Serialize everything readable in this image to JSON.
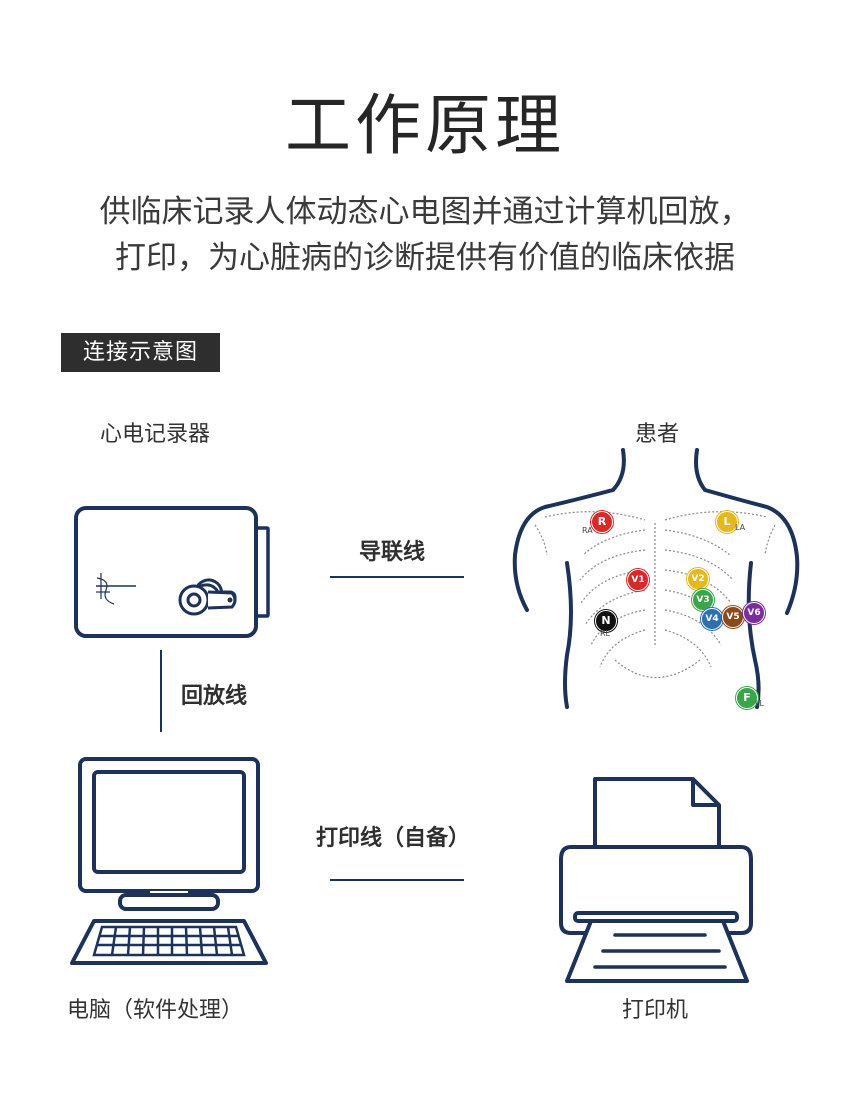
{
  "header": {
    "title": "工作原理",
    "subtitle_line1": "供临床记录人体动态心电图并通过计算机回放，",
    "subtitle_line2": "打印，为心脏病的诊断提供有价值的临床依据"
  },
  "section_tag": "连接示意图",
  "devices": {
    "recorder": "心电记录器",
    "patient": "患者",
    "computer": "电脑（软件处理）",
    "printer": "打印机"
  },
  "connections": {
    "lead_wire": "导联线",
    "playback_wire": "回放线",
    "print_wire": "打印线（自备）"
  },
  "electrodes": [
    {
      "label": "R",
      "sub": "RA",
      "color": "#d42a2a"
    },
    {
      "label": "L",
      "sub": "LA",
      "color": "#e6b820"
    },
    {
      "label": "V1",
      "sub": "",
      "color": "#d42a2a"
    },
    {
      "label": "V2",
      "sub": "",
      "color": "#e6b820"
    },
    {
      "label": "V3",
      "sub": "",
      "color": "#3aa64a"
    },
    {
      "label": "N",
      "sub": "RL",
      "color": "#111111"
    },
    {
      "label": "V4",
      "sub": "",
      "color": "#2c6fb3"
    },
    {
      "label": "V5",
      "sub": "",
      "color": "#8a4a1c"
    },
    {
      "label": "V6",
      "sub": "",
      "color": "#7a2e9a"
    },
    {
      "label": "F",
      "sub": "LL",
      "color": "#3aa64a"
    }
  ],
  "colors": {
    "line": "#1c3258",
    "tag_bg": "#2e2e2e"
  }
}
